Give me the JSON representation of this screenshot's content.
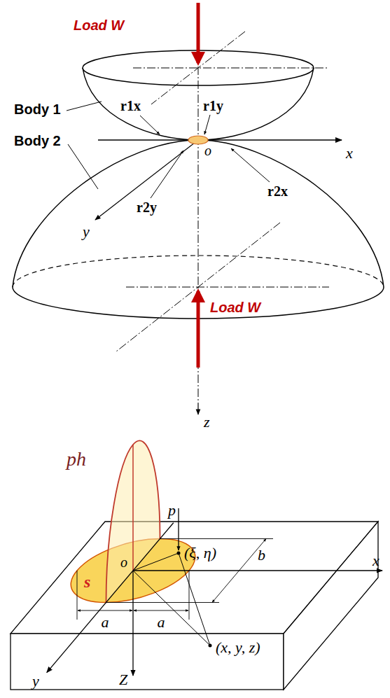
{
  "diagram": {
    "labels": [
      "Load W",
      "Body 1",
      "Body 2",
      "r1x",
      "r1y",
      "r2x",
      "r2y",
      "o",
      "x",
      "y",
      "z",
      "Load W",
      "ph",
      "p",
      "(ξ, η)",
      "b",
      "x",
      "o",
      "s",
      "a",
      "a",
      "(x, y, z)",
      "y",
      "Z"
    ]
  }
}
